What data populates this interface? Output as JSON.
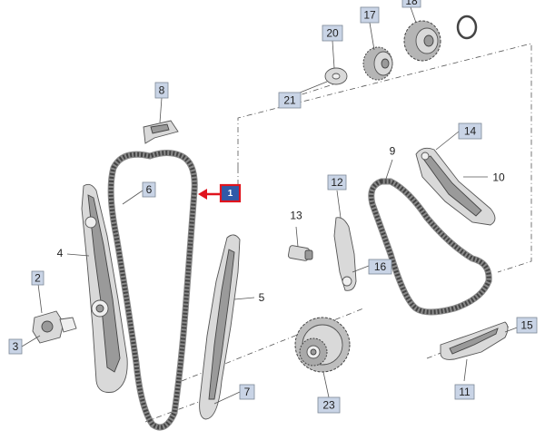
{
  "diagram": {
    "callouts": [
      {
        "id": "c1",
        "label": "1",
        "highlighted": true
      },
      {
        "id": "c2",
        "label": "2"
      },
      {
        "id": "c3",
        "label": "3"
      },
      {
        "id": "c4",
        "label": "4"
      },
      {
        "id": "c5",
        "label": "5"
      },
      {
        "id": "c6",
        "label": "6"
      },
      {
        "id": "c7",
        "label": "7"
      },
      {
        "id": "c8",
        "label": "8"
      },
      {
        "id": "c9",
        "label": "9"
      },
      {
        "id": "c10",
        "label": "10"
      },
      {
        "id": "c11",
        "label": "11"
      },
      {
        "id": "c12",
        "label": "12"
      },
      {
        "id": "c13",
        "label": "13"
      },
      {
        "id": "c14",
        "label": "14"
      },
      {
        "id": "c15",
        "label": "15"
      },
      {
        "id": "c16",
        "label": "16"
      },
      {
        "id": "c17",
        "label": "17"
      },
      {
        "id": "c18",
        "label": "18"
      },
      {
        "id": "c20",
        "label": "20"
      },
      {
        "id": "c21",
        "label": "21"
      },
      {
        "id": "c23",
        "label": "23"
      }
    ],
    "colors": {
      "callout_fill": "#c9d4e6",
      "highlight_fill": "#2f5aa8",
      "highlight_border": "#e0141e",
      "arrow": "#e0141e"
    }
  }
}
